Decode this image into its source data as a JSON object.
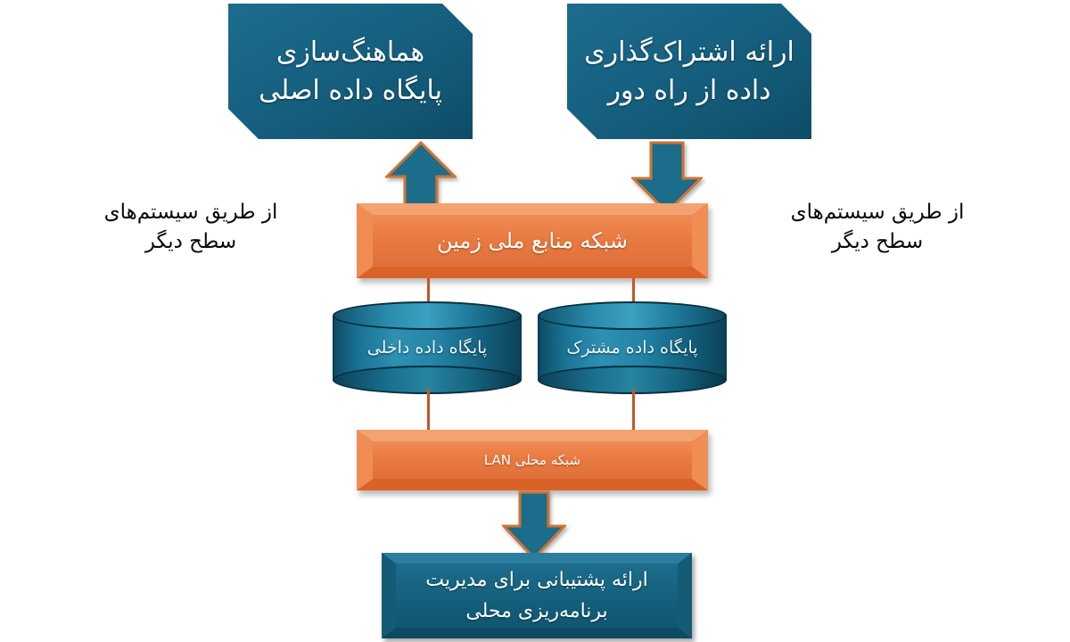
{
  "diagram": {
    "title_internal": "National Land Resources Network data sharing diagram",
    "colors": {
      "teal": "#16627f",
      "teal_light": "#2b8dae",
      "orange": "#e8793f",
      "orange_light": "#f3a272",
      "connector": "#c2562a",
      "background": "#ffffff",
      "text_on_fill": "#ffffff",
      "text_plain": "#0a0a0a"
    },
    "top_boxes": [
      {
        "id": "sync-main-database",
        "line1": "هماهنگ‌سازی",
        "line2": "پایگاه داده اصلی"
      },
      {
        "id": "remote-data-sharing",
        "line1": "ارائه اشتراک‌گذاری",
        "line2": "داده از راه دور"
      }
    ],
    "side_labels": [
      {
        "id": "left-caption",
        "line1": "از طریق سیستم‌های",
        "line2": "سطح دیگر"
      },
      {
        "id": "right-caption",
        "line1": "از طریق سیستم‌های",
        "line2": "سطح دیگر"
      }
    ],
    "bars": [
      {
        "id": "national-land-resource-network",
        "label": "شبکه منابع ملی زمین"
      },
      {
        "id": "local-area-network",
        "label": "شبکه محلی LAN"
      }
    ],
    "cylinders": [
      {
        "id": "internal-database",
        "label": "پایگاه داده داخلی"
      },
      {
        "id": "shared-database",
        "label": "پایگاه داده مشترک"
      }
    ],
    "bottom_box": {
      "id": "local-planning-management-support",
      "line1": "ارائه پشتیبانی برای مدیریت",
      "line2": "برنامه‌ریزی محلی"
    },
    "arrows": [
      {
        "id": "arrow-up-to-sync-box",
        "direction": "up"
      },
      {
        "id": "arrow-down-from-remote-box",
        "direction": "down"
      },
      {
        "id": "arrow-down-to-bottom-box",
        "direction": "down"
      }
    ]
  }
}
